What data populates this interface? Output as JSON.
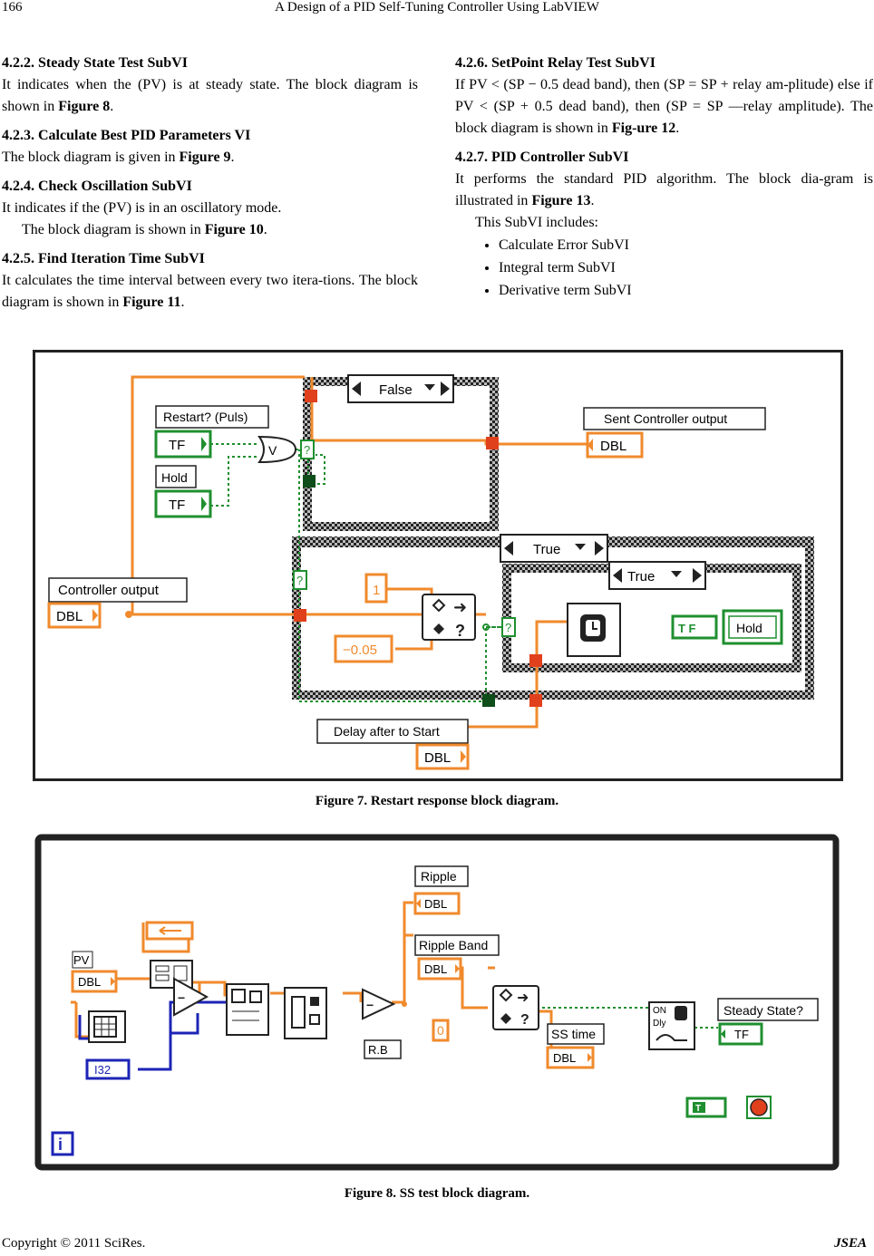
{
  "header": {
    "page_number": "166",
    "running_title": "A Design of a PID Self-Tuning Controller Using LabVIEW"
  },
  "left_column": {
    "s1_title": "4.2.2. Steady State Test SubVI",
    "s1_text_a": "It indicates when the (PV) is at steady state. The block diagram is shown in ",
    "s1_ref": "Figure 8",
    "s2_title": "4.2.3. Calculate Best PID Parameters VI",
    "s2_text_a": "The block diagram is given in ",
    "s2_ref": "Figure 9",
    "s3_title": "4.2.4. Check Oscillation SubVI",
    "s3_text": "It indicates if the (PV) is in an oscillatory mode.",
    "s3_text2_a": "The block diagram is shown in ",
    "s3_ref": "Figure 10",
    "s4_title": "4.2.5. Find Iteration Time SubVI",
    "s4_text_a": "It calculates the time interval between every two itera-tions. The block diagram is shown in ",
    "s4_ref": "Figure 11"
  },
  "right_column": {
    "s5_title": "4.2.6. SetPoint Relay Test SubVI",
    "s5_text_a": "If PV < (SP − 0.5 dead band), then (SP = SP + relay am-plitude) else if PV < (SP + 0.5 dead band), then (SP = SP —relay amplitude). The block diagram is shown in ",
    "s5_ref": "Fig-ure 12",
    "s6_title": "4.2.7. PID Controller SubVI",
    "s6_text_a": "It performs the standard PID algorithm. The block dia-gram is illustrated in ",
    "s6_ref": "Figure 13",
    "s6_text2": "This SubVI includes:",
    "bullets": [
      "Calculate Error SubVI",
      "Integral term SubVI",
      "Derivative term SubVI"
    ]
  },
  "figure7": {
    "caption": "Figure 7. Restart response block diagram.",
    "case_top_label": "False",
    "case_bottom_label": "True",
    "case_inner_label": "True",
    "restart_label": "Restart? (Puls)",
    "hold_label": "Hold",
    "tf": "TF",
    "controller_output_label": "Controller output",
    "dbl": "DBL",
    "sent_label": "Sent Controller output",
    "const_one": "1",
    "const_neg": "−0.05",
    "delay_label": "Delay after to Start",
    "hold_indicator": "Hold",
    "tf_const": "T F",
    "or_symbol": "V",
    "q": "?"
  },
  "figure8": {
    "caption": "Figure 8. SS test block diagram.",
    "pv_label": "PV",
    "dbl": "DBL",
    "i32": "I32",
    "ripple_label": "Ripple",
    "ripple_band_label": "Ripple Band",
    "zero_const": "0",
    "ss_time_label": "SS time",
    "steady_label": "Steady State?",
    "tf": "TF",
    "rb_label": "R.B",
    "on_label": "ON",
    "dly_label": "Dly",
    "info_icon_text": "i",
    "t_const": "T"
  },
  "footer": {
    "copyright": "Copyright © 2011 SciRes.",
    "journal": "JSEA"
  },
  "colors": {
    "orange": "#f08a2c",
    "green": "#1f8f2f",
    "blue": "#1c24b5",
    "red": "#e0401c",
    "dark": "#262626"
  }
}
